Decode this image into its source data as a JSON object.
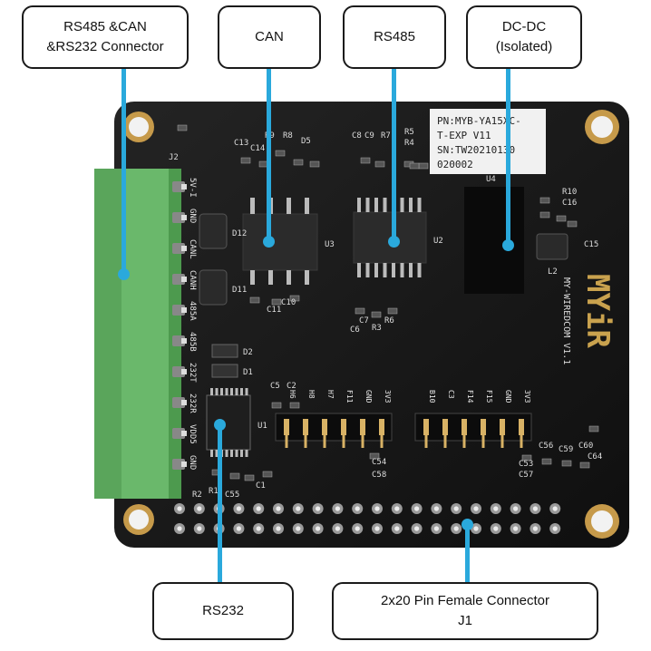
{
  "callouts": {
    "connector": {
      "line1": "RS485 &CAN",
      "line2": "&RS232 Connector"
    },
    "can": {
      "label": "CAN"
    },
    "rs485": {
      "label": "RS485"
    },
    "dcdc": {
      "line1": "DC-DC",
      "line2": "(Isolated)"
    },
    "rs232": {
      "label": "RS232"
    },
    "header": {
      "line1": "2x20 Pin Female Connector",
      "line2": "J1"
    }
  },
  "board": {
    "label_sticker": {
      "line1": "PN:MYB-YA15XC-",
      "line2": "T-EXP V11",
      "line3": "SN:TW20210130",
      "line4": "020002"
    },
    "brand": "MYiR",
    "board_name": "MY-WIREDCOM V1.1",
    "terminal_pins": [
      "5V-I",
      "GND",
      "CANL",
      "CANH",
      "485A",
      "485B",
      "232T",
      "232R",
      "VDD5",
      "GND"
    ],
    "header_labels_left": [
      "H6",
      "H8",
      "H7",
      "F11",
      "GND",
      "3V3"
    ],
    "header_labels_right": [
      "B10",
      "C3",
      "F14",
      "F15",
      "GND",
      "3V3"
    ],
    "silkscreen": {
      "j2": "J2",
      "u3": "U3",
      "u2": "U2",
      "u4": "U4",
      "d12": "D12",
      "d11": "D11",
      "d2": "D2",
      "d1": "D1",
      "l2": "L2",
      "c13": "C13",
      "c14": "C14",
      "r9": "R9",
      "r8": "R8",
      "d5": "D5",
      "c9": "C9",
      "c8": "C8",
      "r7": "R7",
      "r5": "R5",
      "r4": "R4",
      "c10": "C10",
      "c11": "C11",
      "r6": "R6",
      "r3": "R3",
      "c7": "C7",
      "c6": "C6",
      "c15": "C15",
      "r10": "R10",
      "c16": "C16",
      "c5": "C5",
      "c2": "C2",
      "r2": "R2",
      "r1": "R1",
      "c1": "C1",
      "c55": "C55",
      "c54": "C54",
      "c58": "C58",
      "c53": "C53",
      "c57": "C57",
      "c56": "C56",
      "c59": "C59",
      "c60": "C60",
      "c64": "C64",
      "u1": "U1"
    },
    "colors": {
      "pcb": "#181818",
      "terminal": "#6ab86b",
      "leader": "#2aa9dc",
      "pad": "#d8b265"
    }
  }
}
